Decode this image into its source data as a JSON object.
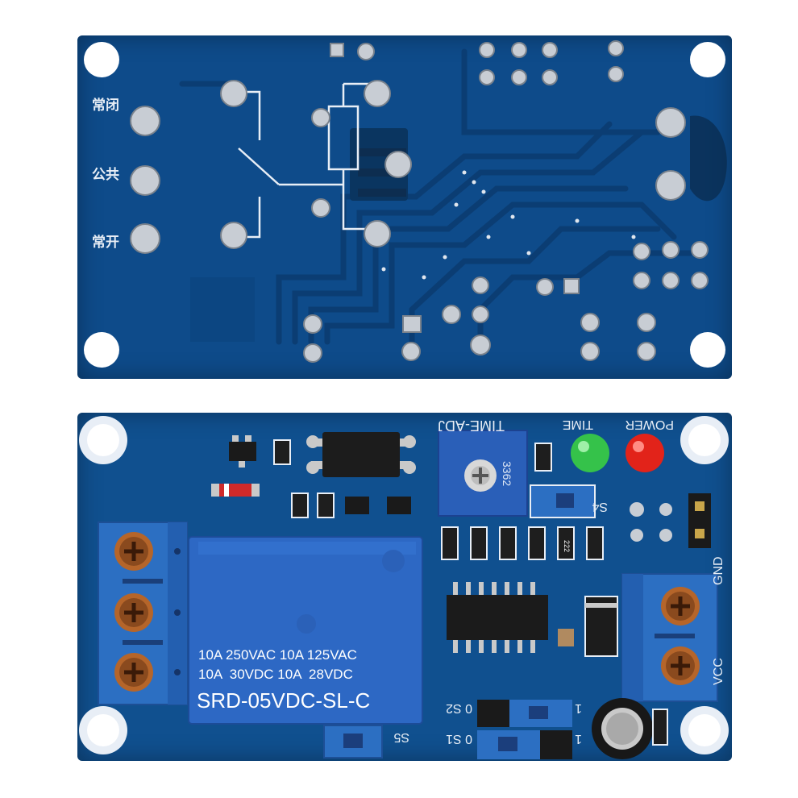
{
  "back_board": {
    "labels": [
      "常闭",
      "公共",
      "常开"
    ]
  },
  "front_board": {
    "relay": {
      "line1": "10A 250VAC 10A 125VAC",
      "line2": "10A  30VDC 10A  28VDC",
      "model": "SRD-05VDC-SL-C"
    },
    "silkscreen": {
      "time_adj": "TIME-ADJ",
      "time": "TIME",
      "power": "POWER",
      "s4": "S4",
      "gnd": "GND",
      "vcc": "VCC",
      "s5": "S5",
      "s2_left": "0 S2",
      "s2_right": "1",
      "s1_left": "0 S1",
      "s1_right": "1"
    },
    "pot_label": "3362",
    "resistor_code": "222"
  },
  "colors": {
    "pcb": "#10508f",
    "terminal": "#2c6fc2",
    "led_green": "#35c24a",
    "led_red": "#e2231a",
    "relay": "#2d68c4"
  }
}
